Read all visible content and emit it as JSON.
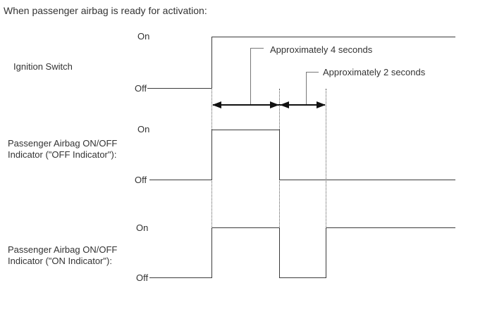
{
  "title": "When passenger airbag is ready for activation:",
  "colors": {
    "text": "#333333",
    "trace": "#3b3b3b",
    "dotted": "#555555",
    "arrow": "#111111",
    "leader": "#777777"
  },
  "annotations": {
    "four_seconds": "Approximately 4 seconds",
    "two_seconds": "Approximately 2 seconds"
  },
  "signals": [
    {
      "label_lines": [
        "Ignition Switch"
      ],
      "on_label": "On",
      "off_label": "Off",
      "sequence": "off -> on at t0, remains on"
    },
    {
      "label_lines": [
        "Passenger Airbag ON/OFF",
        "Indicator (\"OFF Indicator\"):"
      ],
      "on_label": "On",
      "off_label": "Off",
      "sequence": "off -> on at t0, on for approximately 4 seconds, then off"
    },
    {
      "label_lines": [
        "Passenger Airbag ON/OFF",
        "Indicator (\"ON Indicator\"):"
      ],
      "on_label": "On",
      "off_label": "Off",
      "sequence": "off -> on at t0, on for approximately 4 seconds, off for approximately 2 seconds, then on"
    }
  ]
}
